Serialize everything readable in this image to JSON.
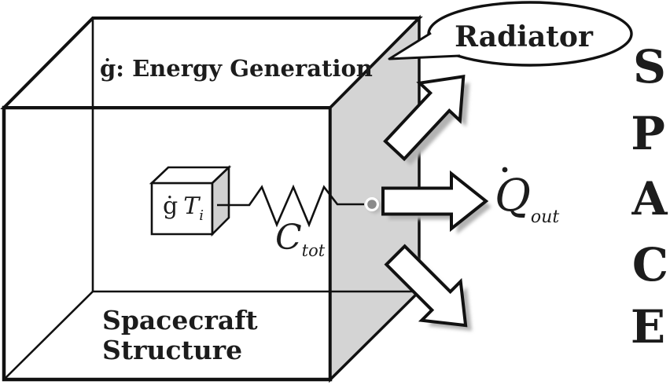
{
  "box": {
    "top_label": "ġ: Energy Generation",
    "bottom_label_line1": "Spacecraft",
    "bottom_label_line2": "Structure"
  },
  "bubble": {
    "label": "Radiator"
  },
  "node": {
    "g": "ġ",
    "T": "T",
    "sub": "i"
  },
  "spring": {
    "base": "C",
    "sub": "tot"
  },
  "heat_out": {
    "base": "Q",
    "sub": "out",
    "has_overdot": "true"
  },
  "space": {
    "letters": [
      "S",
      "P",
      "A",
      "C",
      "E"
    ]
  },
  "colors": {
    "face_gray": "#d4d4d4",
    "small_face_gray": "#d0d0d0",
    "arrow_shadow": "#b2b2b2",
    "node_dot": "#8a8a8a",
    "line_black": "#111111"
  }
}
